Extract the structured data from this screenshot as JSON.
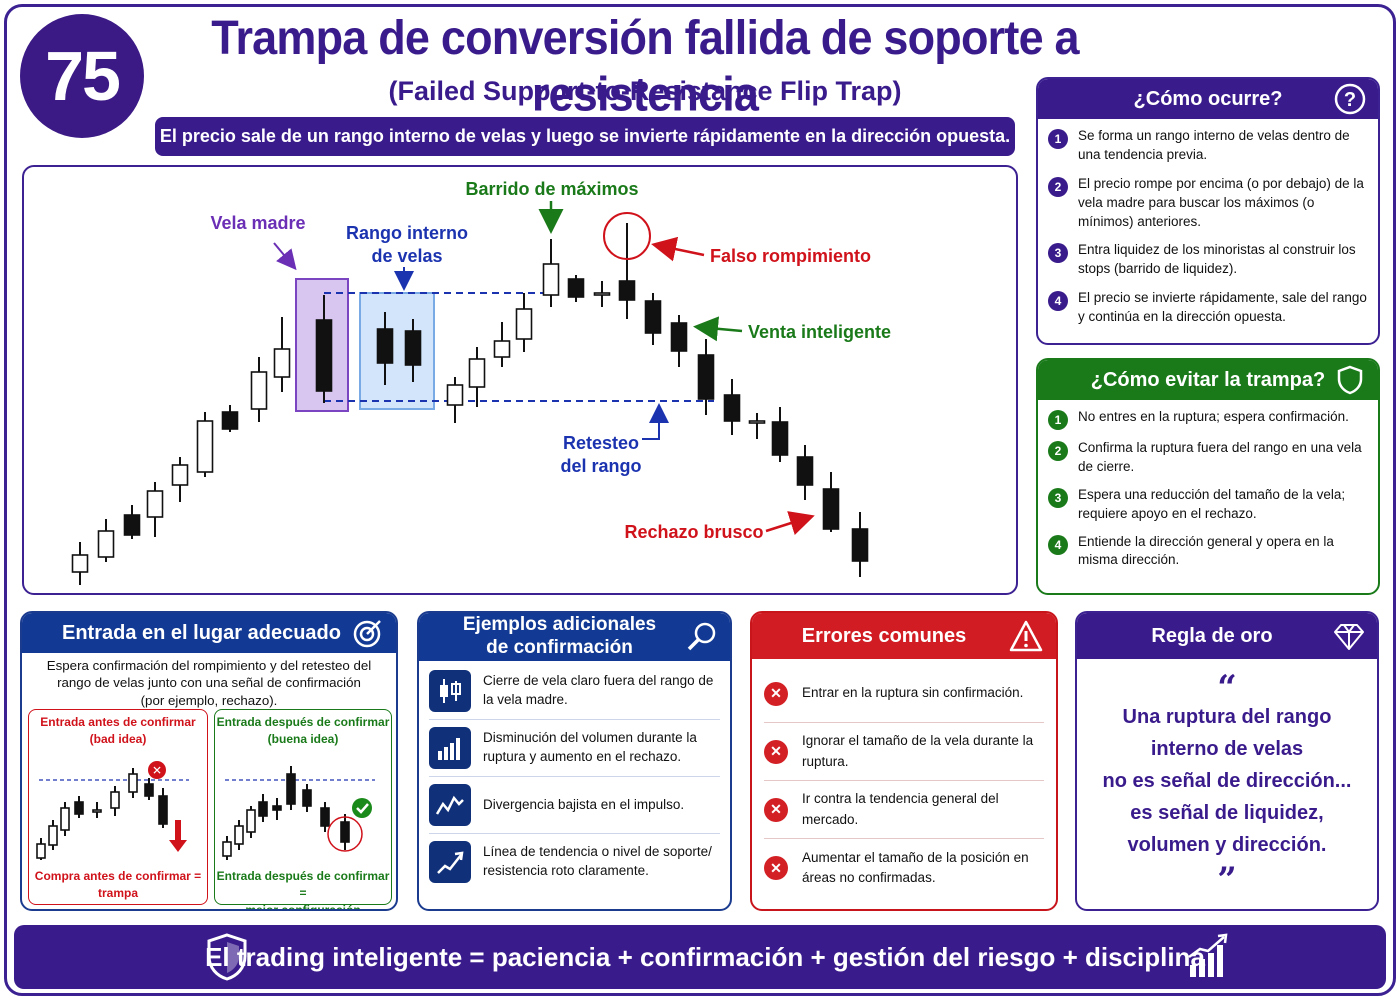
{
  "header": {
    "number": "75",
    "title": "Trampa de conversión fallida de soporte a resistencia",
    "subtitle": "(Failed Support-to-Resistance Flip Trap)",
    "banner": "El precio sale de un rango interno de velas y luego se invierte rápidamente en la dirección opuesta."
  },
  "chart": {
    "labels": {
      "vela_madre": "Vela madre",
      "rango_interno_1": "Rango interno",
      "rango_interno_2": "de velas",
      "barrido": "Barrido de máximos",
      "falso": "Falso rompimiento",
      "venta": "Venta inteligente",
      "retesteo_1": "Retesteo",
      "retesteo_2": "del rango",
      "rechazo": "Rechazo brusco"
    },
    "colors": {
      "purple": "#6a2fb5",
      "blue": "#1c33b0",
      "green": "#1a7a1a",
      "red": "#d0121b"
    }
  },
  "como_ocurre": {
    "title": "¿Cómo ocurre?",
    "steps": [
      {
        "n": "1",
        "text": "Se forma un rango interno de velas dentro de una tendencia previa."
      },
      {
        "n": "2",
        "text": "El precio rompe por encima (o por debajo) de la vela madre para buscar los máximos (o mínimos) anteriores."
      },
      {
        "n": "3",
        "text": "Entra liquidez de los minoristas al construir los stops (barrido de liquidez)."
      },
      {
        "n": "4",
        "text": "El precio se invierte rápidamente, sale del rango y continúa en la dirección opuesta."
      }
    ]
  },
  "como_evitar": {
    "title": "¿Cómo evitar la trampa?",
    "steps": [
      {
        "n": "1",
        "text": "No entres en la ruptura; espera confirmación."
      },
      {
        "n": "2",
        "text": "Confirma la ruptura fuera del rango en una vela de cierre."
      },
      {
        "n": "3",
        "text": "Espera una reducción del tamaño de la vela; requiere apoyo en el rechazo."
      },
      {
        "n": "4",
        "text": "Entiende la dirección general y opera en la misma dirección."
      }
    ]
  },
  "entrada": {
    "title": "Entrada en el lugar adecuado",
    "intro": "Espera confirmación del rompimiento y del retesteo del rango de velas junto con una señal de confirmación (por ejemplo, rechazo).",
    "bad_title_1": "Entrada antes de confirmar",
    "bad_title_2": "(bad idea)",
    "bad_foot_1": "Compra antes de confirmar =",
    "bad_foot_2": "trampa",
    "good_title_1": "Entrada después de confirmar",
    "good_title_2": "(buena idea)",
    "good_foot_1": "Entrada después de confirmar =",
    "good_foot_2": "mejor configuración"
  },
  "ejemplos": {
    "title_1": "Ejemplos adicionales",
    "title_2": "de confirmación",
    "items": [
      "Cierre de vela claro fuera del rango de la vela madre.",
      "Disminución del volumen durante la ruptura y aumento en el rechazo.",
      "Divergencia bajista en el impulso.",
      "Línea de tendencia o nivel de soporte/ resistencia roto claramente."
    ]
  },
  "errores": {
    "title": "Errores comunes",
    "items": [
      "Entrar en la ruptura sin confirmación.",
      "Ignorar el tamaño de la vela durante la ruptura.",
      "Ir contra la tendencia general del mercado.",
      "Aumentar el tamaño de la posición en áreas no confirmadas."
    ]
  },
  "regla": {
    "title": "Regla de oro",
    "open_quote": "“",
    "close_quote": "”",
    "lines": [
      "Una ruptura del rango",
      "interno de velas",
      "no es señal de dirección...",
      "es señal de liquidez,",
      "volumen y dirección."
    ]
  },
  "footer": {
    "text": "El trading inteligente = paciencia + confirmación + gestión del riesgo + disciplina"
  }
}
